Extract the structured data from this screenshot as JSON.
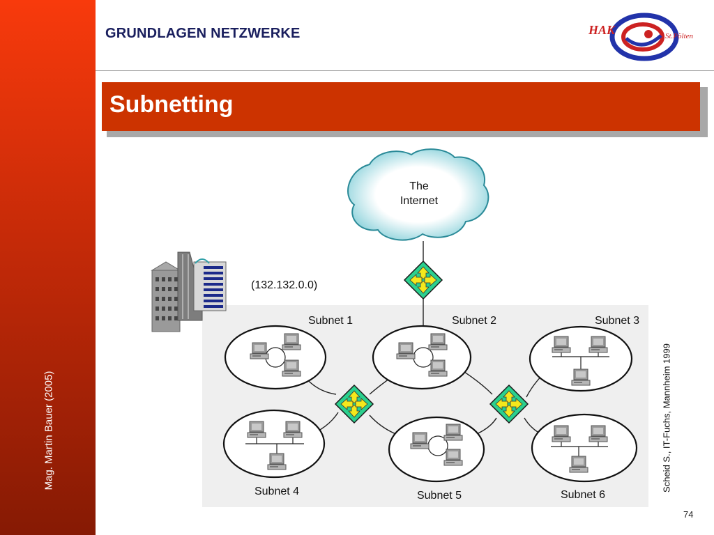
{
  "sidebar": {
    "author": "Mag. Martin Bauer (2005)"
  },
  "header": {
    "title": "GRUNDLAGEN NETZWERKE",
    "logo_text_left": "HAK",
    "logo_text_right": "St.Pölten"
  },
  "slide": {
    "title": "Subnetting",
    "page_number": "74"
  },
  "credit": "Scheid S., IT-Fuchs, Mannheim 1999",
  "diagram": {
    "internet_label_line1": "The",
    "internet_label_line2": "Internet",
    "network_address": "(132.132.0.0)",
    "subnets": [
      "Subnet 1",
      "Subnet 2",
      "Subnet 3",
      "Subnet 4",
      "Subnet 5",
      "Subnet 6"
    ]
  },
  "colors": {
    "sidebar_top": "#f83a0c",
    "sidebar_bottom": "#861a04",
    "title_bar": "#cc3300",
    "header_text": "#1a1f5e",
    "router_fill": "#2bd08e",
    "router_arrows": "#f4e81c",
    "panel": "#efefef"
  }
}
